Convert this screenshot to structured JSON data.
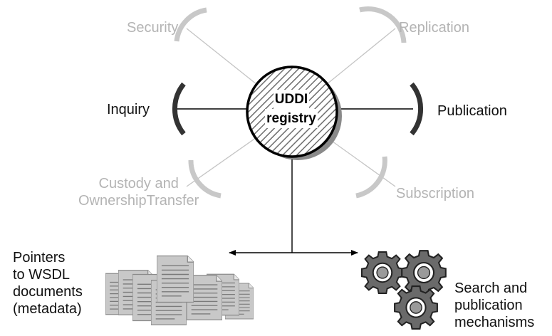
{
  "center": {
    "line1": "UDDI",
    "line2": "registry"
  },
  "apis": {
    "security": "Security",
    "replication": "Replication",
    "inquiry": "Inquiry",
    "publication": "Publication",
    "custody": [
      "Custody and",
      "OwnershipTransfer"
    ],
    "subscription": "Subscription"
  },
  "bottom": {
    "documents": [
      "Pointers",
      "to WSDL",
      "documents",
      "(metadata)"
    ],
    "mechanisms": [
      "Search and",
      "publication",
      "mechanisms"
    ]
  },
  "colors": {
    "active": "#111111",
    "inactive": "#b4b4b4",
    "hatch": "#6e6e6e",
    "shadow": "#8a8a8a"
  },
  "icons": {
    "documents": "document-stack-icon",
    "mechanisms": "gears-icon"
  }
}
